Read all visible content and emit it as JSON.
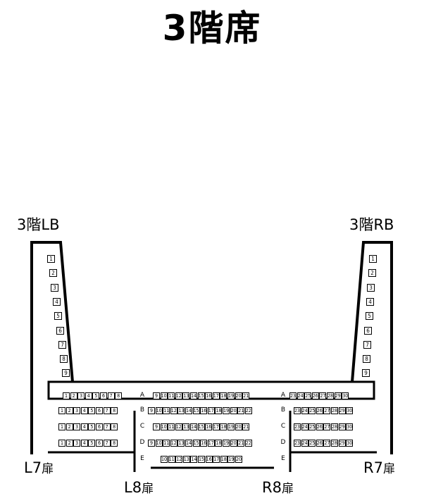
{
  "title": "3階席",
  "labels": {
    "lb_floor": "3階",
    "lb_code": "LB",
    "rb_floor": "3階",
    "rb_code": "RB",
    "l7": "L7",
    "r7": "R7",
    "l8": "L8",
    "r8": "R8",
    "door": "扉"
  },
  "box_lb": [
    "1",
    "2",
    "3",
    "4",
    "5",
    "6",
    "7",
    "8",
    "9"
  ],
  "box_rb": [
    "1",
    "2",
    "3",
    "4",
    "5",
    "6",
    "7",
    "8",
    "9"
  ],
  "rows": {
    "A": {
      "label": "A",
      "left": [
        "1",
        "2",
        "3",
        "4",
        "5",
        "6",
        "7",
        "8"
      ],
      "center": [
        "9",
        "10",
        "11",
        "12",
        "13",
        "14",
        "15",
        "16",
        "17",
        "18",
        "19",
        "20",
        "21"
      ],
      "right": [
        "23",
        "24",
        "25",
        "26",
        "27",
        "28",
        "29",
        "30"
      ]
    },
    "B": {
      "label": "B",
      "left": [
        "1",
        "2",
        "3",
        "4",
        "5",
        "6",
        "7",
        "8"
      ],
      "center": [
        "9",
        "10",
        "11",
        "12",
        "13",
        "14",
        "15",
        "16",
        "17",
        "18",
        "19",
        "20",
        "21",
        "22"
      ],
      "right": [
        "23",
        "24",
        "25",
        "26",
        "27",
        "28",
        "29",
        "30"
      ]
    },
    "C": {
      "label": "C",
      "left": [
        "1",
        "2",
        "3",
        "4",
        "5",
        "6",
        "7",
        "8"
      ],
      "center": [
        "9",
        "10",
        "11",
        "12",
        "13",
        "14",
        "15",
        "16",
        "17",
        "18",
        "19",
        "20",
        "21"
      ],
      "right": [
        "23",
        "24",
        "25",
        "26",
        "27",
        "28",
        "29",
        "30"
      ]
    },
    "D": {
      "label": "D",
      "left": [
        "1",
        "2",
        "3",
        "4",
        "5",
        "6",
        "7",
        "8"
      ],
      "center": [
        "9",
        "10",
        "11",
        "12",
        "13",
        "14",
        "15",
        "16",
        "17",
        "18",
        "19",
        "20",
        "21",
        "22"
      ],
      "right": [
        "23",
        "24",
        "25",
        "26",
        "27",
        "28",
        "29",
        "30"
      ]
    },
    "E": {
      "label": "E",
      "center": [
        "10",
        "11",
        "12",
        "13",
        "14",
        "15",
        "16",
        "17",
        "18",
        "19",
        "20"
      ]
    }
  }
}
